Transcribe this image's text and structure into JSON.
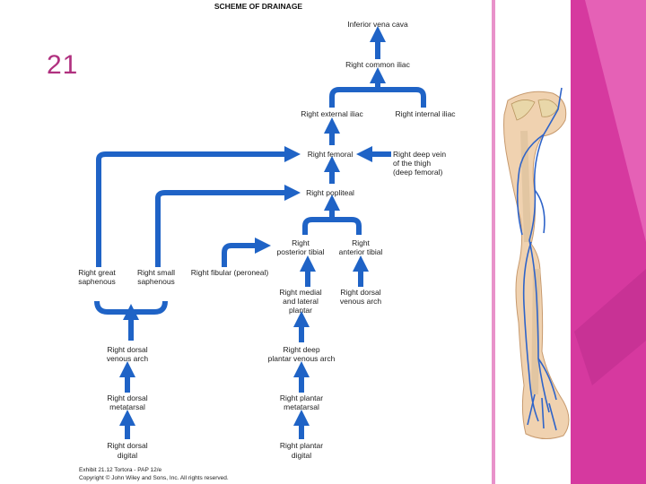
{
  "slide_number": "21",
  "title": "SCHEME OF DRAINAGE",
  "labels": {
    "ivc": "Inferior vena cava",
    "common_iliac": "Right common iliac",
    "external_iliac": "Right external iliac",
    "internal_iliac": "Right internal iliac",
    "femoral": "Right femoral",
    "deep_vein_1": "Right deep vein",
    "deep_vein_2": "of the thigh",
    "deep_vein_3": "(deep femoral)",
    "popliteal": "Right popliteal",
    "post_tibial_1": "Right",
    "post_tibial_2": "posterior tibial",
    "ant_tibial_1": "Right",
    "ant_tibial_2": "anterior tibial",
    "great_saph_1": "Right great",
    "great_saph_2": "saphenous",
    "small_saph_1": "Right small",
    "small_saph_2": "saphenous",
    "fibular": "Right fibular (peroneal)",
    "med_lat_plantar_1": "Right medial",
    "med_lat_plantar_2": "and lateral",
    "med_lat_plantar_3": "plantar",
    "dorsal_venous_arch_r_1": "Right dorsal",
    "dorsal_venous_arch_r_2": "venous arch",
    "dorsal_venous_arch_l_1": "Right dorsal",
    "dorsal_venous_arch_l_2": "venous arch",
    "deep_plantar_arch_1": "Right deep",
    "deep_plantar_arch_2": "plantar venous arch",
    "dorsal_metatarsal_1": "Right dorsal",
    "dorsal_metatarsal_2": "metatarsal",
    "plantar_metatarsal_1": "Right plantar",
    "plantar_metatarsal_2": "metatarsal",
    "dorsal_digital_1": "Right dorsal",
    "dorsal_digital_2": "digital",
    "plantar_digital_1": "Right plantar",
    "plantar_digital_2": "digital"
  },
  "credit_1": "Exhibit 21.12  Tortora - PAP 12/e",
  "credit_2": "Copyright © John Wiley and Sons, Inc. All rights reserved.",
  "colors": {
    "vein_blue": "#1f63c6",
    "accent_magenta": "#d6399f",
    "accent_light": "#e86bbb",
    "slide_number": "#b0307f"
  }
}
